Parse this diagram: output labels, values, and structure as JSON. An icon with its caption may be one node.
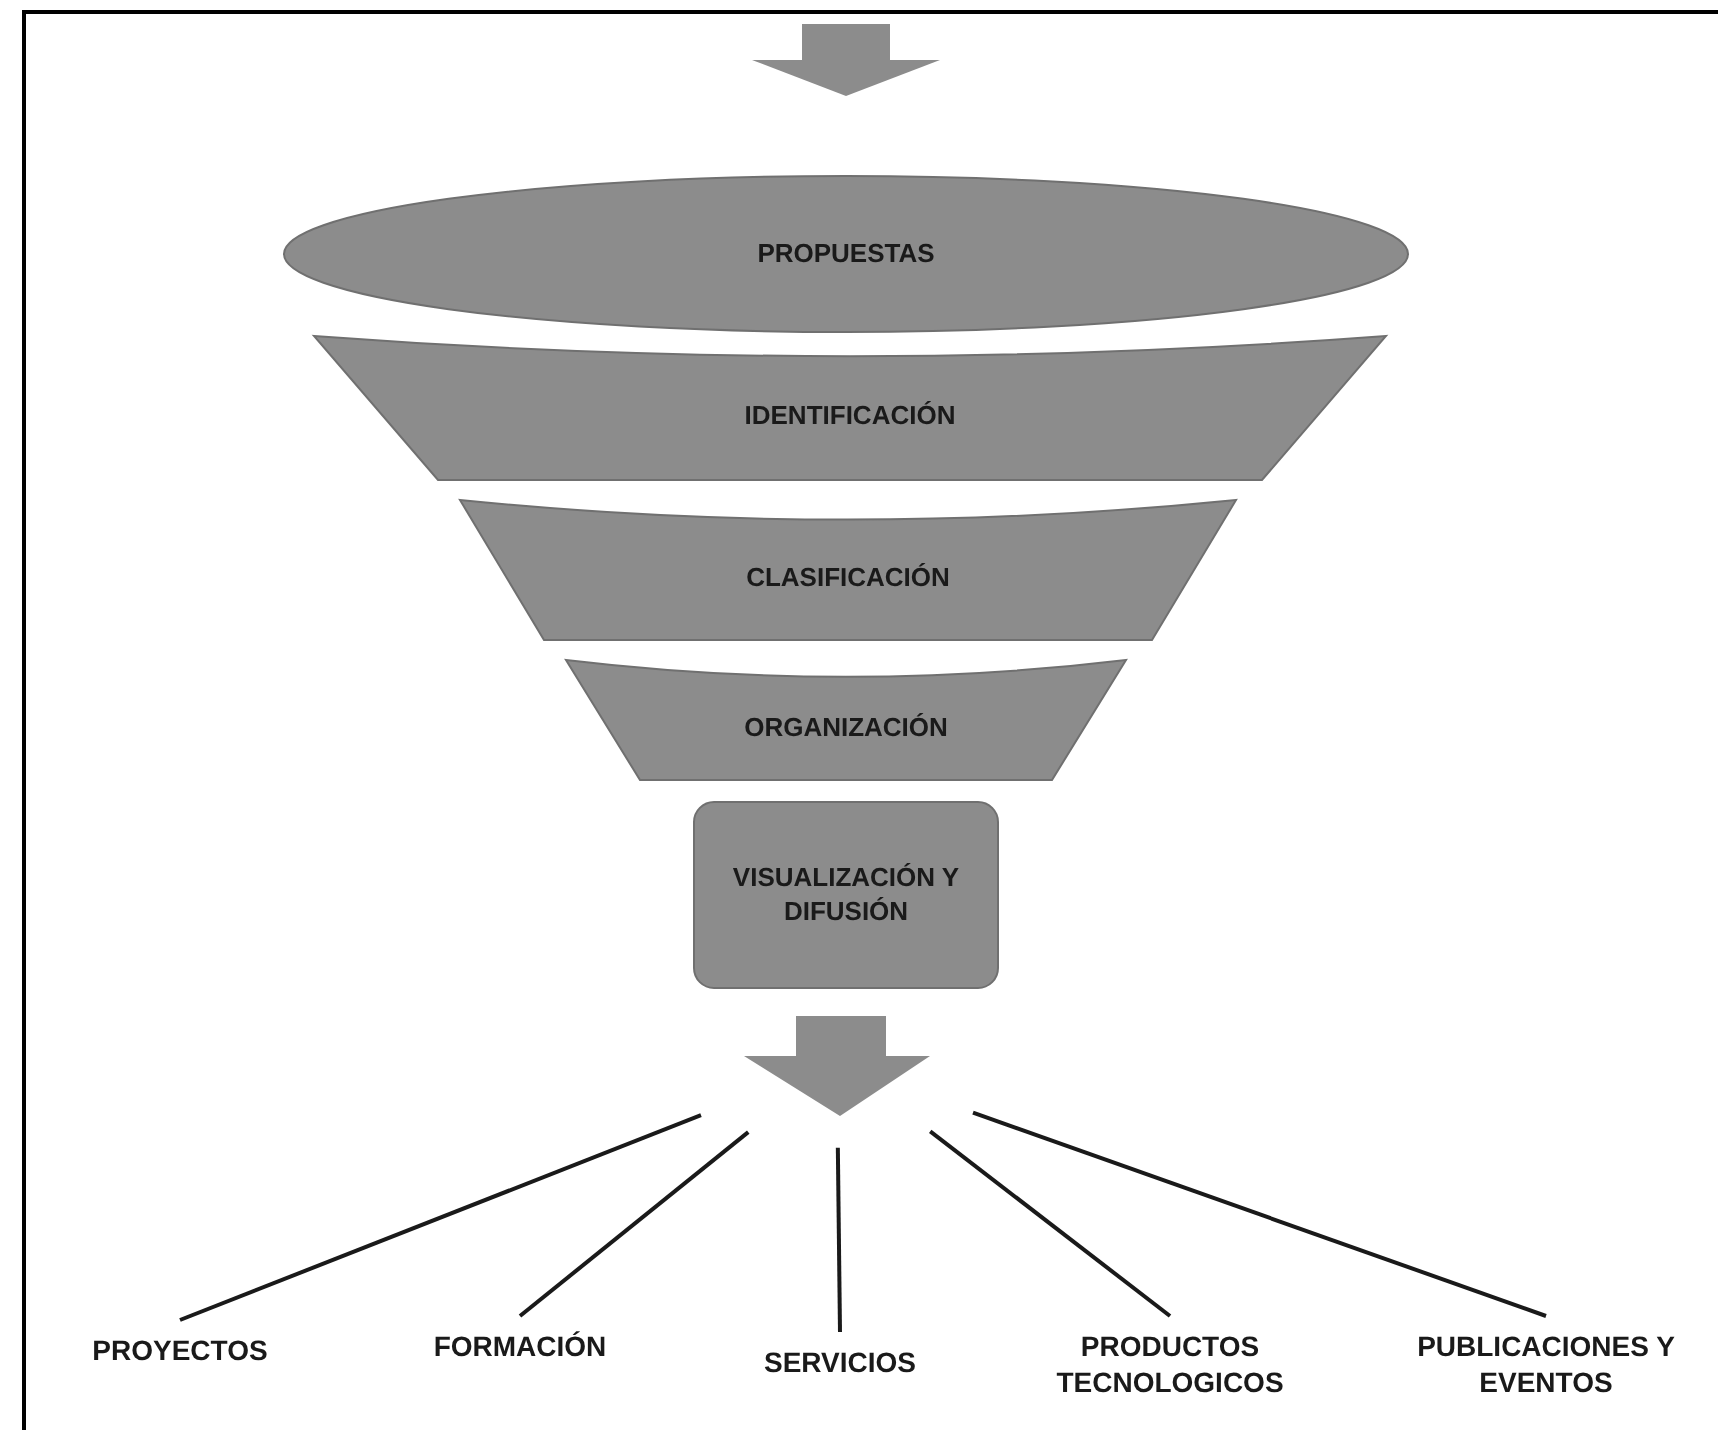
{
  "diagram": {
    "nodes": [
      {
        "text": [
          "PROPUESTAS"
        ]
      },
      {
        "text": [
          "IDENTIFICACIÓN"
        ]
      },
      {
        "text": [
          "CLASIFICACIÓN"
        ]
      },
      {
        "text": [
          "ORGANIZACIÓN"
        ]
      },
      {
        "text": [
          "VISUALIZACIÓN Y DIFUSIÓN"
        ]
      },
      {
        "text": [],
        "shape": "arrow"
      },
      {
        "text": [
          "PROYECTOS"
        ]
      },
      {
        "text": [
          "FORMACIÓN"
        ]
      },
      {
        "text": [
          "SERVICIOS"
        ]
      },
      {
        "text": [
          "PRODUCTOS TECNOLOGICOS"
        ]
      },
      {
        "text": [
          "PUBLICACIONES Y EVENTOS"
        ]
      }
    ],
    "edges": [
      {
        "from": null,
        "to": 0,
        "arrow": "to",
        "style": "thick",
        "color": "#8c8c8c"
      },
      {
        "from": 5,
        "to": 6,
        "arrow": "none"
      },
      {
        "from": 5,
        "to": 7,
        "arrow": "none"
      },
      {
        "from": 5,
        "to": 8,
        "arrow": "none"
      },
      {
        "from": 5,
        "to": 9,
        "arrow": "none"
      },
      {
        "from": 5,
        "to": 10,
        "arrow": "none"
      }
    ]
  }
}
